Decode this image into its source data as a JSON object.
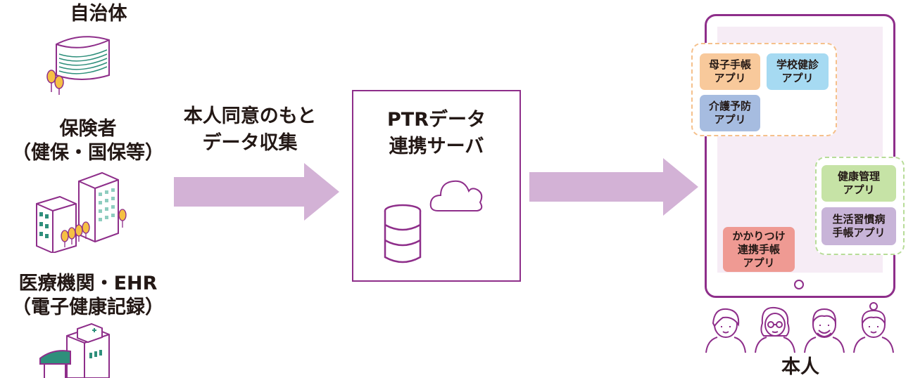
{
  "sources": [
    {
      "lines": [
        "自治体"
      ],
      "icon": "municipal-building-icon"
    },
    {
      "lines": [
        "保険者",
        "（健保・国保等）"
      ],
      "icon": "office-buildings-icon"
    },
    {
      "lines": [
        "医療機関・EHR",
        "（電子健康記録）"
      ],
      "icon": "hospital-icon"
    }
  ],
  "consent_lines": [
    "本人同意のもと",
    "データ収集"
  ],
  "server": {
    "lines": [
      "PTRデータ",
      "連携サーバ"
    ],
    "icons": [
      "database-icon",
      "cloud-icon"
    ]
  },
  "tablet": {
    "group_orange": {
      "apps": [
        {
          "lines": [
            "母子手帳",
            "アプリ"
          ],
          "color": "#F8C99B"
        },
        {
          "lines": [
            "学校健診",
            "アプリ"
          ],
          "color": "#A6DAF2"
        },
        {
          "lines": [
            "介護予防",
            "アプリ"
          ],
          "color": "#A6BCE0"
        }
      ],
      "border_color": "#F5C08B"
    },
    "group_green": {
      "apps": [
        {
          "lines": [
            "健康管理",
            "アプリ"
          ],
          "color": "#C6E3A6"
        },
        {
          "lines": [
            "生活習慣病",
            "手帳アプリ"
          ],
          "color": "#C8B4D8"
        }
      ],
      "border_color": "#B7DC98"
    },
    "standalone_app": {
      "lines": [
        "かかりつけ",
        "連携手帳",
        "アプリ"
      ],
      "color": "#EF9A93"
    }
  },
  "user_label": "本人",
  "colors": {
    "purple": "#8E2E8A",
    "arrow": "#D3B2D6",
    "screen": "#F6ECF5",
    "green_roof": "#2E8F7B",
    "tree": "#F5C043"
  }
}
